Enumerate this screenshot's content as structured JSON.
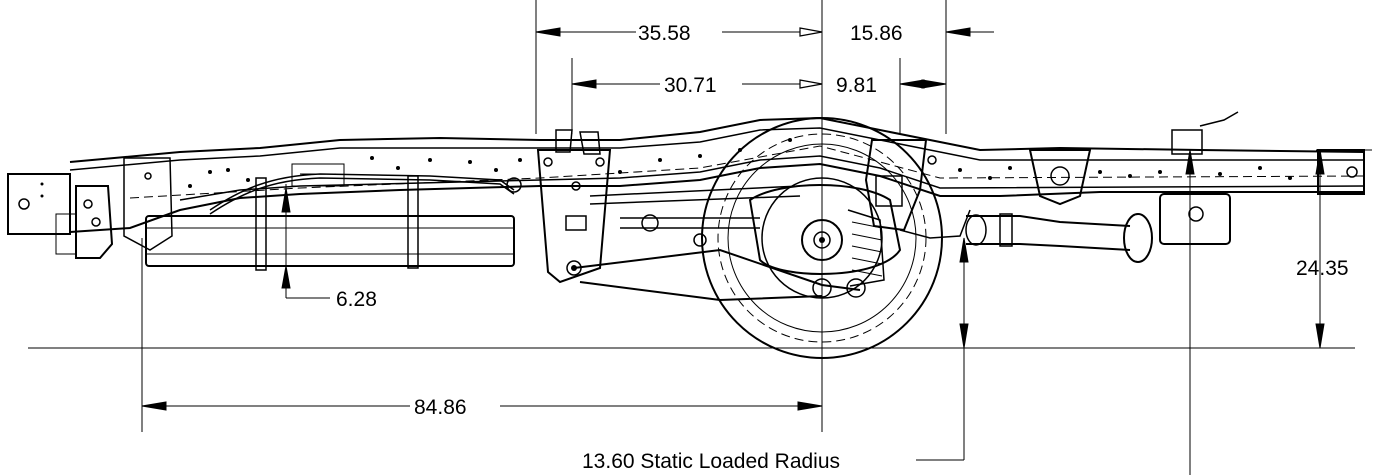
{
  "dimensions": {
    "wheelbase_to_axle_top": "35.58",
    "axle_to_frame_end": "15.86",
    "bracket_to_axle": "30.71",
    "axle_to_bracket": "9.81",
    "tank_drop": "6.28",
    "frame_height": "24.35",
    "tank_to_axle": "84.86",
    "static_loaded_radius": "13.60 Static Loaded Radius"
  }
}
